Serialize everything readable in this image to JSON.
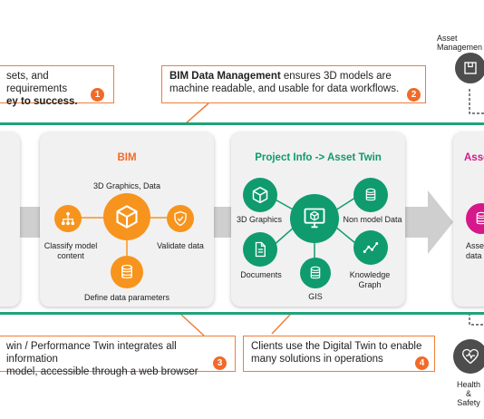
{
  "callouts": {
    "c1": {
      "line1": "sets, and requirements",
      "line2": "ey to success.",
      "num": "1"
    },
    "c2": {
      "bold": "BIM Data Management",
      "rest1": " ensures 3D models are",
      "line2": "machine readable, and usable for data workflows.",
      "num": "2"
    },
    "c3": {
      "line1": "win / Performance Twin integrates all information",
      "line2": "model, accessible through a web browser",
      "num": "3"
    },
    "c4": {
      "line1": "Clients use the Digital Twin to enable",
      "line2": "many solutions in operations",
      "num": "4"
    }
  },
  "bim": {
    "title": "BIM",
    "center": "3D Graphics, Data",
    "left": "Classify model content",
    "right": "Validate data",
    "bottom": "Define data parameters"
  },
  "project": {
    "title": "Project Info -> Asset Twin",
    "graphics": "3D Graphics",
    "documents": "Documents",
    "gis": "GIS",
    "nonmodel": "Non model Data",
    "graph": "Knowledge Graph"
  },
  "asset": {
    "title": "Asse",
    "label": "Asse data"
  },
  "side": {
    "top": "Asset Managemen",
    "bottom": "Health & Safety"
  },
  "colors": {
    "orange": "#f7941d",
    "green": "#0f9b6e",
    "magenta": "#d6188a",
    "callout_border": "#f07d3a",
    "band": "#1fa37a"
  }
}
